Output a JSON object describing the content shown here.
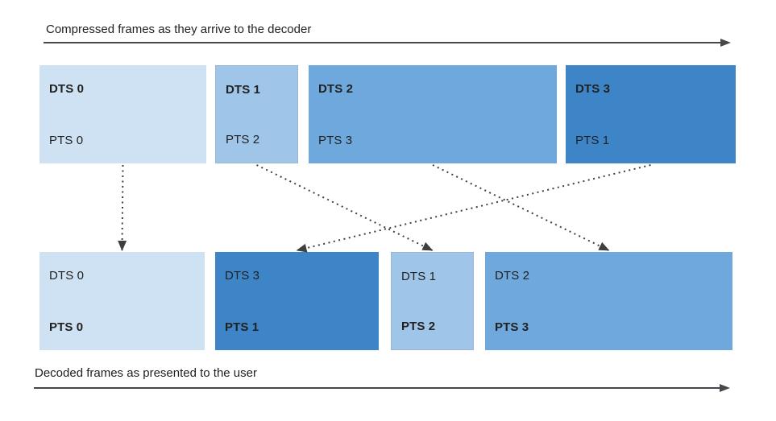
{
  "colors": {
    "frame_light": "#cfe2f3",
    "frame_medium_light": "#9fc5e8",
    "frame_medium": "#6fa8dc",
    "frame_dark": "#3d85c6",
    "timeline": "#45494d",
    "connector": "#3f3f3f",
    "text": "#212121"
  },
  "top_track": {
    "label": "Compressed frames as they arrive to the decoder",
    "frames": [
      {
        "id": "t0",
        "dts": "DTS 0",
        "pts": "PTS 0",
        "color": "#cfe2f3"
      },
      {
        "id": "t1",
        "dts": "DTS 1",
        "pts": "PTS 2",
        "color": "#9fc5e8"
      },
      {
        "id": "t2",
        "dts": "DTS 2",
        "pts": "PTS 3",
        "color": "#6fa8dc"
      },
      {
        "id": "t3",
        "dts": "DTS 3",
        "pts": "PTS 1",
        "color": "#3d85c6"
      }
    ]
  },
  "bottom_track": {
    "label": "Decoded frames as presented to the user",
    "frames": [
      {
        "id": "b0",
        "dts": "DTS 0",
        "pts": "PTS 0",
        "color": "#cfe2f3"
      },
      {
        "id": "b1",
        "dts": "DTS 3",
        "pts": "PTS 1",
        "color": "#3d85c6"
      },
      {
        "id": "b2",
        "dts": "DTS 1",
        "pts": "PTS 2",
        "color": "#9fc5e8"
      },
      {
        "id": "b3",
        "dts": "DTS 2",
        "pts": "PTS 3",
        "color": "#6fa8dc"
      }
    ]
  },
  "connections": [
    {
      "from": "t0",
      "to": "b0"
    },
    {
      "from": "t1",
      "to": "b2"
    },
    {
      "from": "t2",
      "to": "b3"
    },
    {
      "from": "t3",
      "to": "b1"
    }
  ]
}
